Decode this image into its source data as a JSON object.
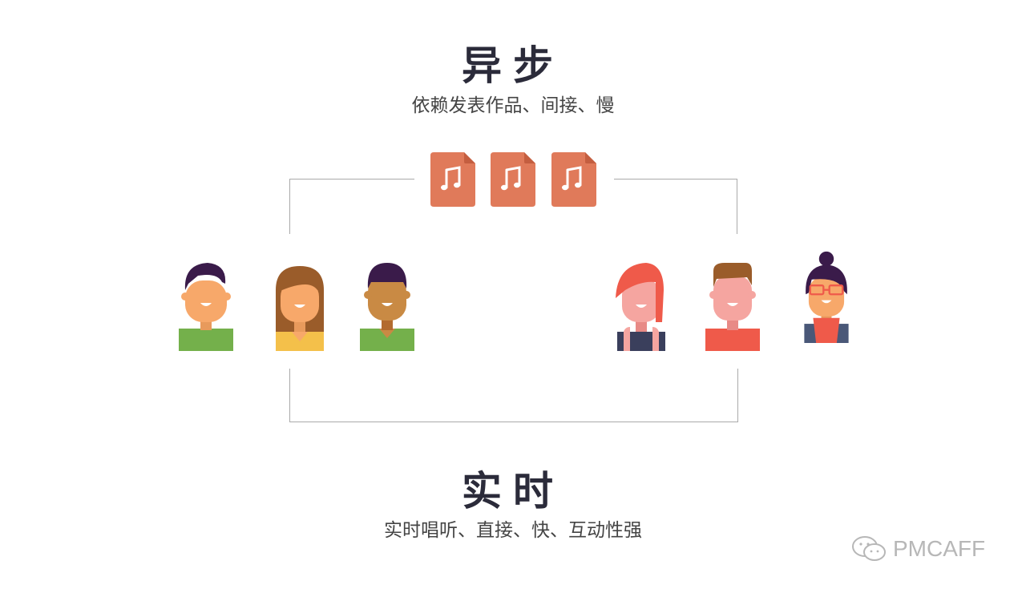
{
  "async": {
    "title": "异步",
    "subtitle": "依赖发表作品、间接、慢"
  },
  "realtime": {
    "title": "实时",
    "subtitle": "实时唱听、直接、快、互动性强"
  },
  "works": [
    {
      "icon": "music-file-icon"
    },
    {
      "icon": "music-file-icon"
    },
    {
      "icon": "music-file-icon"
    }
  ],
  "colors": {
    "file": "#e07a5a",
    "file_fold": "#c45e40",
    "line": "#aaaaaa"
  },
  "watermark": {
    "text": "PMCAFF"
  }
}
